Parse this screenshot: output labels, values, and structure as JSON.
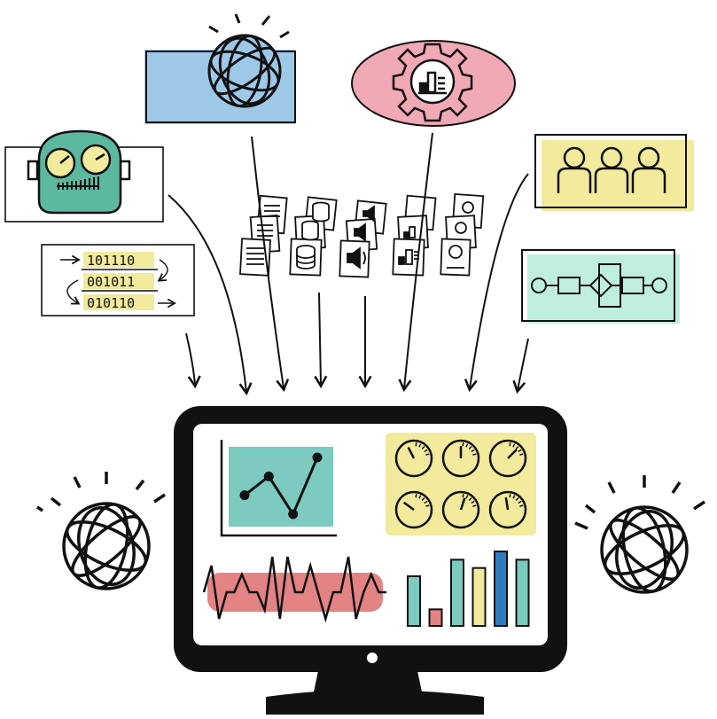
{
  "colors": {
    "blue": "#9ec8e8",
    "pink": "#f0a9b5",
    "teal": "#4bb7a6",
    "robot": "#5cb89f",
    "yellow": "#f2ea9c",
    "mint": "#bfeee0",
    "red": "#e38383",
    "chart_teal": "#7ccac0",
    "chart_blue": "#2f7bbf",
    "ink": "#111111"
  },
  "bits": {
    "rows": [
      "101110",
      "001011",
      "010110"
    ]
  },
  "icons": {
    "globe": "globe-icon",
    "robot": "robot-icon",
    "gear": "gear-icon",
    "people": "people-icon",
    "flow": "process-flow-icon",
    "monitor": "monitor-icon"
  },
  "chart_data": [
    {
      "type": "line",
      "x": [
        1,
        2,
        3,
        4
      ],
      "y": [
        2,
        3,
        1,
        4
      ]
    },
    {
      "type": "bar",
      "values": [
        6,
        2,
        8,
        7,
        9,
        8
      ],
      "colors": [
        "#7ccac0",
        "#e38383",
        "#7ccac0",
        "#f2ea9c",
        "#2f7bbf",
        "#7ccac0"
      ]
    },
    {
      "type": "line",
      "values": [
        0,
        3,
        -3,
        0,
        0,
        2,
        0,
        0,
        -2,
        4,
        -3,
        4,
        0,
        0,
        3,
        0,
        -3,
        0,
        0,
        4,
        -3,
        0,
        2,
        0,
        0
      ]
    }
  ],
  "gauges": {
    "levels": [
      0.35,
      0.5,
      0.75,
      0.2,
      0.6,
      0.45
    ]
  }
}
